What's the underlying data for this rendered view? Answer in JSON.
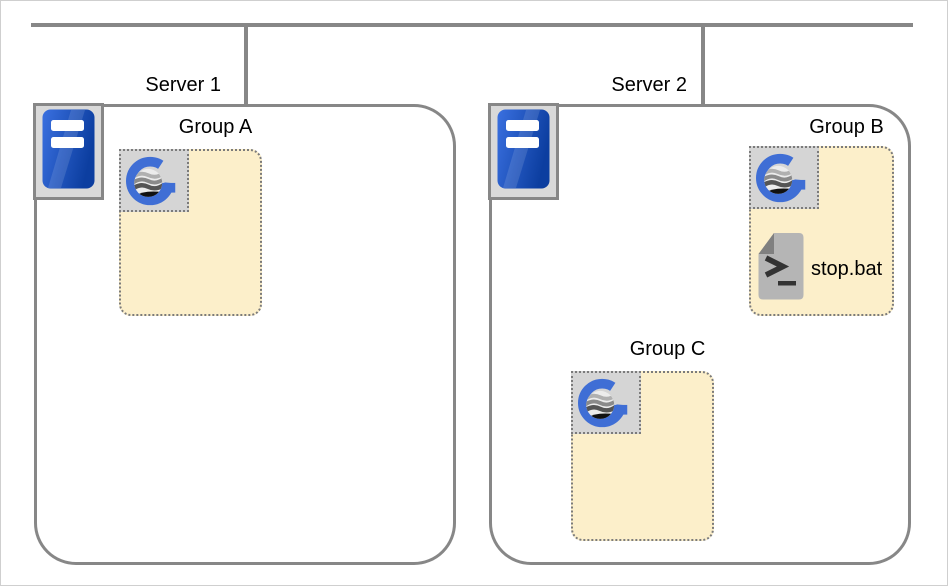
{
  "colors": {
    "line_gray": "#878787",
    "group_fill": "#fcefca",
    "group_border": "#7b7b7b",
    "plate_gray": "#d5d5d5",
    "server_plate_gray": "#d9d9d9",
    "logo_blue": "#3f6ed5",
    "server_blue_light": "#3a70e0",
    "server_blue_dark": "#0c3ea0",
    "script_doc_gray": "#b5b5b5",
    "script_fold_gray": "#808080"
  },
  "icons": {
    "server_icon": "server-tower-icon",
    "group_anchor_icon": "g-globe-logo-icon",
    "script_icon": "terminal-script-file-icon"
  },
  "servers": [
    {
      "label": "Server 1",
      "groups": [
        {
          "label": "Group A",
          "items": []
        }
      ]
    },
    {
      "label": "Server 2",
      "groups": [
        {
          "label": "Group B",
          "items": [
            {
              "type": "script",
              "label": "stop.bat"
            }
          ]
        },
        {
          "label": "Group C",
          "items": []
        }
      ]
    }
  ]
}
